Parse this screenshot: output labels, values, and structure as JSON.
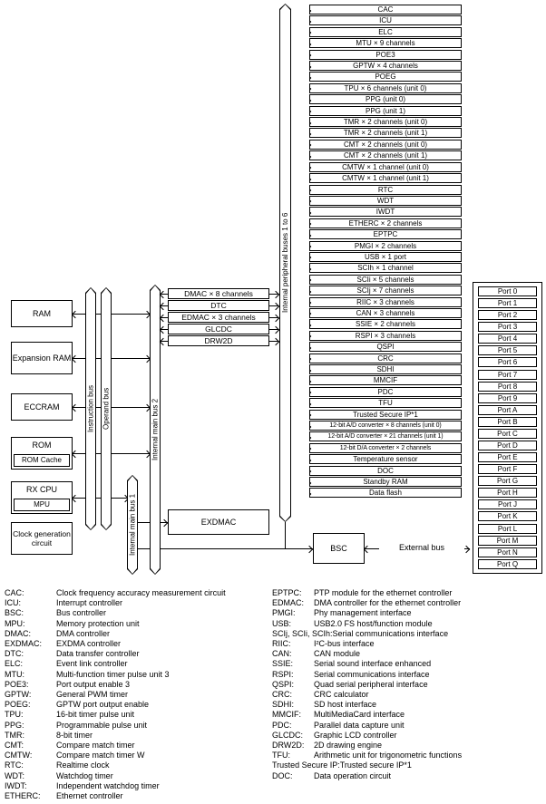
{
  "diagram": {
    "peripheral_bus_label": "Internal peripheral buses 1 to 6",
    "buses": {
      "instruction": "Instruction bus",
      "operand": "Operand bus",
      "main1": "Internal main bus 1",
      "main2": "Internal main bus 2"
    },
    "left_blocks": {
      "ram": "RAM",
      "expansion_ram": "Expansion RAM",
      "eccram": "ECCRAM",
      "rom": "ROM",
      "rom_cache": "ROM Cache",
      "cpu": "RX CPU",
      "mpu": "MPU",
      "clock": "Clock generation circuit"
    },
    "mid_blocks": [
      "DMAC × 8 channels",
      "DTC",
      "EDMAC × 3 channels",
      "GLCDC",
      "DRW2D"
    ],
    "exdmac_label": "EXDMAC",
    "bsc_label": "BSC",
    "external_bus_label": "External bus",
    "peripherals": [
      "CAC",
      "ICU",
      "ELC",
      "MTU × 9 channels",
      "POE3",
      "GPTW × 4 channels",
      "POEG",
      "TPU × 6 channels (unit 0)",
      "PPG (unit 0)",
      "PPG (unit 1)",
      "TMR × 2 channels (unit 0)",
      "TMR × 2 channels (unit 1)",
      "CMT × 2 channels (unit 0)",
      "CMT × 2 channels (unit 1)",
      "CMTW × 1 channel (unit 0)",
      "CMTW × 1 channel (unit 1)",
      "RTC",
      "WDT",
      "IWDT",
      "ETHERC × 2 channels",
      "EPTPC",
      "PMGI × 2 channels",
      "USB × 1 port",
      "SCIh × 1 channel",
      "SCIi × 5 channels",
      "SCIj × 7 channels",
      "RIIC × 3 channels",
      "CAN × 3 channels",
      "SSIE × 2 channels",
      "RSPI × 3 channels",
      "QSPI",
      "CRC",
      "SDHI",
      "MMCIF",
      "PDC",
      "TFU",
      "Trusted Secure IP*1",
      "12-bit A/D converter × 8 channels (unit 0)",
      "12-bit A/D converter × 21 channels (unit 1)",
      "12-bit D/A converter × 2 channels",
      "Temperature sensor",
      "DOC",
      "Standby RAM",
      "Data flash"
    ],
    "ports": [
      "Port 0",
      "Port 1",
      "Port 2",
      "Port 3",
      "Port 4",
      "Port 5",
      "Port 6",
      "Port 7",
      "Port 8",
      "Port 9",
      "Port A",
      "Port B",
      "Port C",
      "Port D",
      "Port E",
      "Port F",
      "Port G",
      "Port H",
      "Port J",
      "Port K",
      "Port L",
      "Port M",
      "Port N",
      "Port Q"
    ]
  },
  "legend": {
    "left": [
      {
        "abbr": "CAC:",
        "desc": "Clock frequency accuracy measurement circuit"
      },
      {
        "abbr": "ICU:",
        "desc": "Interrupt controller"
      },
      {
        "abbr": "BSC:",
        "desc": "Bus controller"
      },
      {
        "abbr": "MPU:",
        "desc": "Memory protection unit"
      },
      {
        "abbr": "DMAC:",
        "desc": "DMA controller"
      },
      {
        "abbr": "EXDMAC:",
        "desc": "EXDMA controller"
      },
      {
        "abbr": "DTC:",
        "desc": "Data transfer controller"
      },
      {
        "abbr": "ELC:",
        "desc": "Event link controller"
      },
      {
        "abbr": "MTU:",
        "desc": "Multi-function timer pulse unit 3"
      },
      {
        "abbr": "POE3:",
        "desc": "Port output enable 3"
      },
      {
        "abbr": "GPTW:",
        "desc": "General PWM timer"
      },
      {
        "abbr": "POEG:",
        "desc": "GPTW port output enable"
      },
      {
        "abbr": "TPU:",
        "desc": "16-bit timer pulse unit"
      },
      {
        "abbr": "PPG:",
        "desc": "Programmable pulse unit"
      },
      {
        "abbr": "TMR:",
        "desc": "8-bit timer"
      },
      {
        "abbr": "CMT:",
        "desc": "Compare match timer"
      },
      {
        "abbr": "CMTW:",
        "desc": "Compare match timer W"
      },
      {
        "abbr": "RTC:",
        "desc": "Realtime clock"
      },
      {
        "abbr": "WDT:",
        "desc": "Watchdog timer"
      },
      {
        "abbr": "IWDT:",
        "desc": "Independent watchdog timer"
      },
      {
        "abbr": "ETHERC:",
        "desc": "Ethernet controller"
      }
    ],
    "right": [
      {
        "abbr": "EPTPC:",
        "desc": "PTP module for the ethernet controller"
      },
      {
        "abbr": "EDMAC:",
        "desc": "DMA controller for the ethernet controller"
      },
      {
        "abbr": "PMGI:",
        "desc": "Phy management interface"
      },
      {
        "abbr": "USB:",
        "desc": "USB2.0 FS host/function module"
      },
      {
        "abbr": "SCIj, SCIi, SCIh:",
        "desc": "Serial communications interface"
      },
      {
        "abbr": "RIIC:",
        "desc": "I²C-bus interface"
      },
      {
        "abbr": "CAN:",
        "desc": "CAN module"
      },
      {
        "abbr": "SSIE:",
        "desc": "Serial sound interface enhanced"
      },
      {
        "abbr": "RSPI:",
        "desc": "Serial communications interface"
      },
      {
        "abbr": "QSPI:",
        "desc": "Quad serial peripheral interface"
      },
      {
        "abbr": "CRC:",
        "desc": "CRC calculator"
      },
      {
        "abbr": "SDHI:",
        "desc": "SD host interface"
      },
      {
        "abbr": "MMCIF:",
        "desc": "MultiMediaCard interface"
      },
      {
        "abbr": "PDC:",
        "desc": "Parallel data capture unit"
      },
      {
        "abbr": "GLCDC:",
        "desc": "Graphic LCD controller"
      },
      {
        "abbr": "DRW2D:",
        "desc": "2D drawing engine"
      },
      {
        "abbr": "TFU:",
        "desc": "Arithmetic unit for trigonometric functions"
      },
      {
        "abbr": "Trusted Secure IP:",
        "desc": "Trusted secure IP*1"
      },
      {
        "abbr": "DOC:",
        "desc": "Data operation circuit"
      }
    ]
  }
}
